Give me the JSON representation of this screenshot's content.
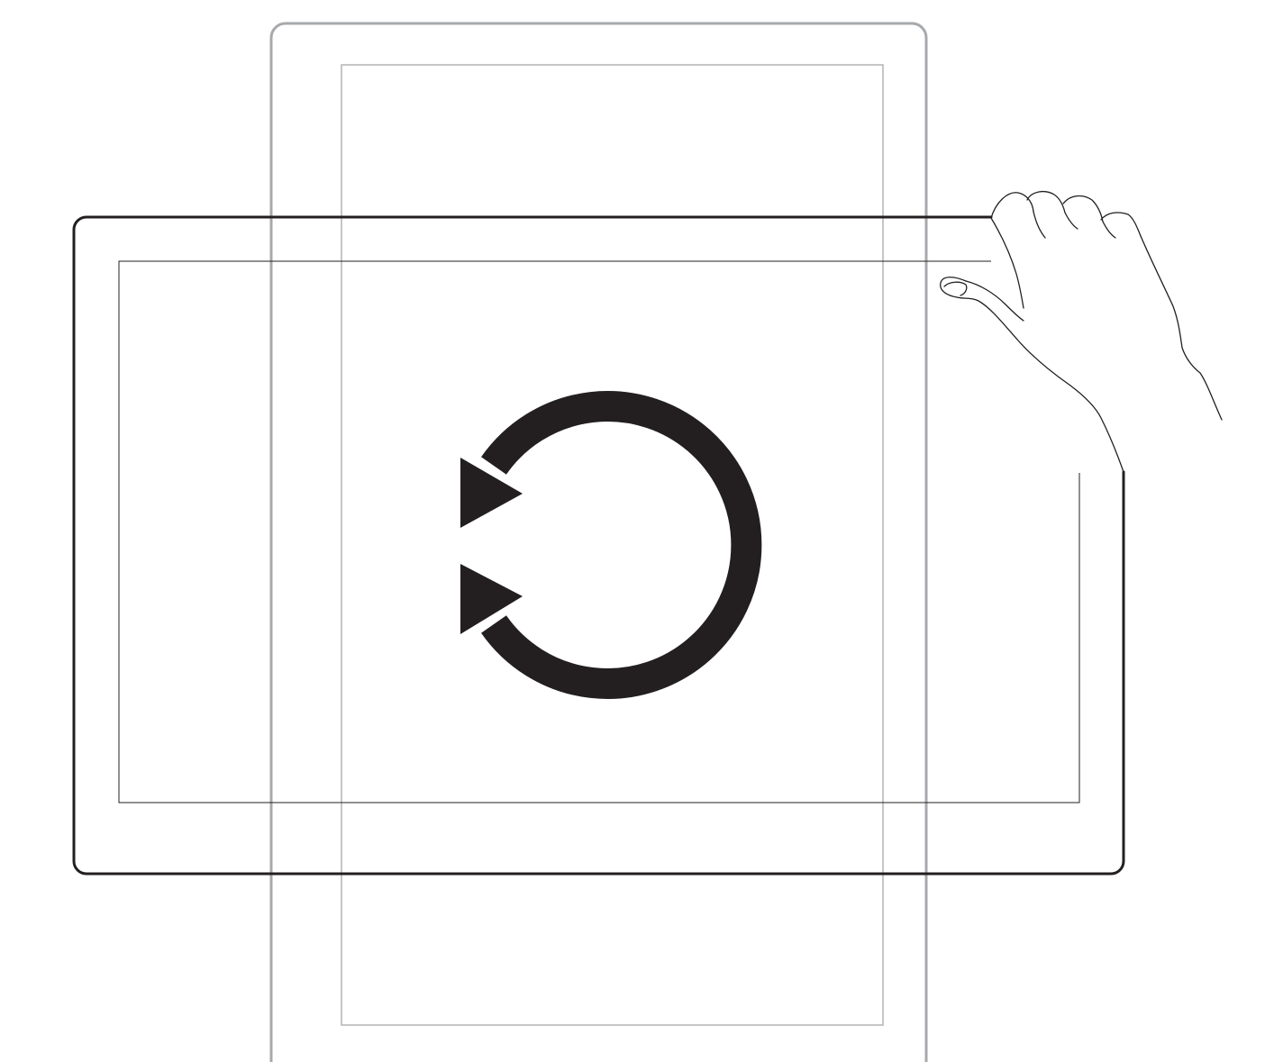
{
  "diagram": {
    "kind": "device-rotation-illustration",
    "orientation_from": "portrait",
    "orientation_to": "landscape",
    "rotation_direction": "counterclockwise",
    "icons": [
      "tablet-portrait-outline",
      "tablet-landscape-outline",
      "rotate-arrow-icon",
      "hand-icon"
    ],
    "colors": {
      "background": "#ffffff",
      "portrait_outline": "#a7a9ac",
      "portrait_screen": "#b3b3b3",
      "landscape_outline": "#231f20",
      "rotate_icon": "#231f20",
      "hand_stroke": "#231f20"
    }
  }
}
